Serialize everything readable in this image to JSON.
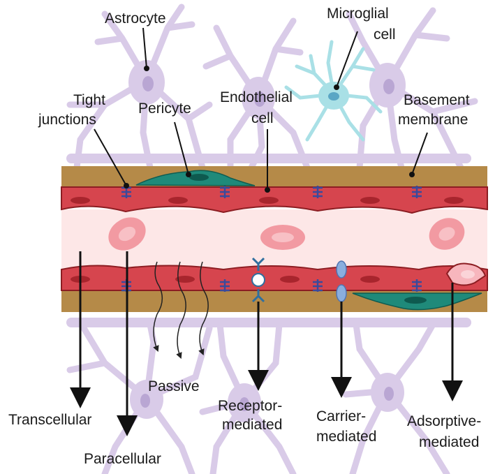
{
  "labels": {
    "astrocyte": "Astrocyte",
    "microglial_1": "Microglial",
    "microglial_2": "cell",
    "tight_1": "Tight",
    "tight_2": "junctions",
    "pericyte": "Pericyte",
    "endothelial_1": "Endothelial",
    "endothelial_2": "cell",
    "basement_1": "Basement",
    "basement_2": "membrane",
    "passive": "Passive",
    "transcellular": "Transcellular",
    "paracellular": "Paracellular",
    "receptor_1": "Receptor-",
    "receptor_2": "mediated",
    "carrier_1": "Carrier-",
    "carrier_2": "mediated",
    "adsorptive_1": "Adsorptive-",
    "adsorptive_2": "mediated"
  },
  "colors": {
    "astrocyte": "#d9cbe8",
    "astrocyte_nucleus": "#b9a6d3",
    "microglia": "#a9e0e6",
    "basement": "#b58a48",
    "endothelium": "#d6454e",
    "endothelium_dark": "#8c1d22",
    "lumen": "#fde7e7",
    "rbc": "#f29aa2",
    "pericyte": "#1f8a7a",
    "junction": "#3a4a9c",
    "arrow": "#111111"
  }
}
